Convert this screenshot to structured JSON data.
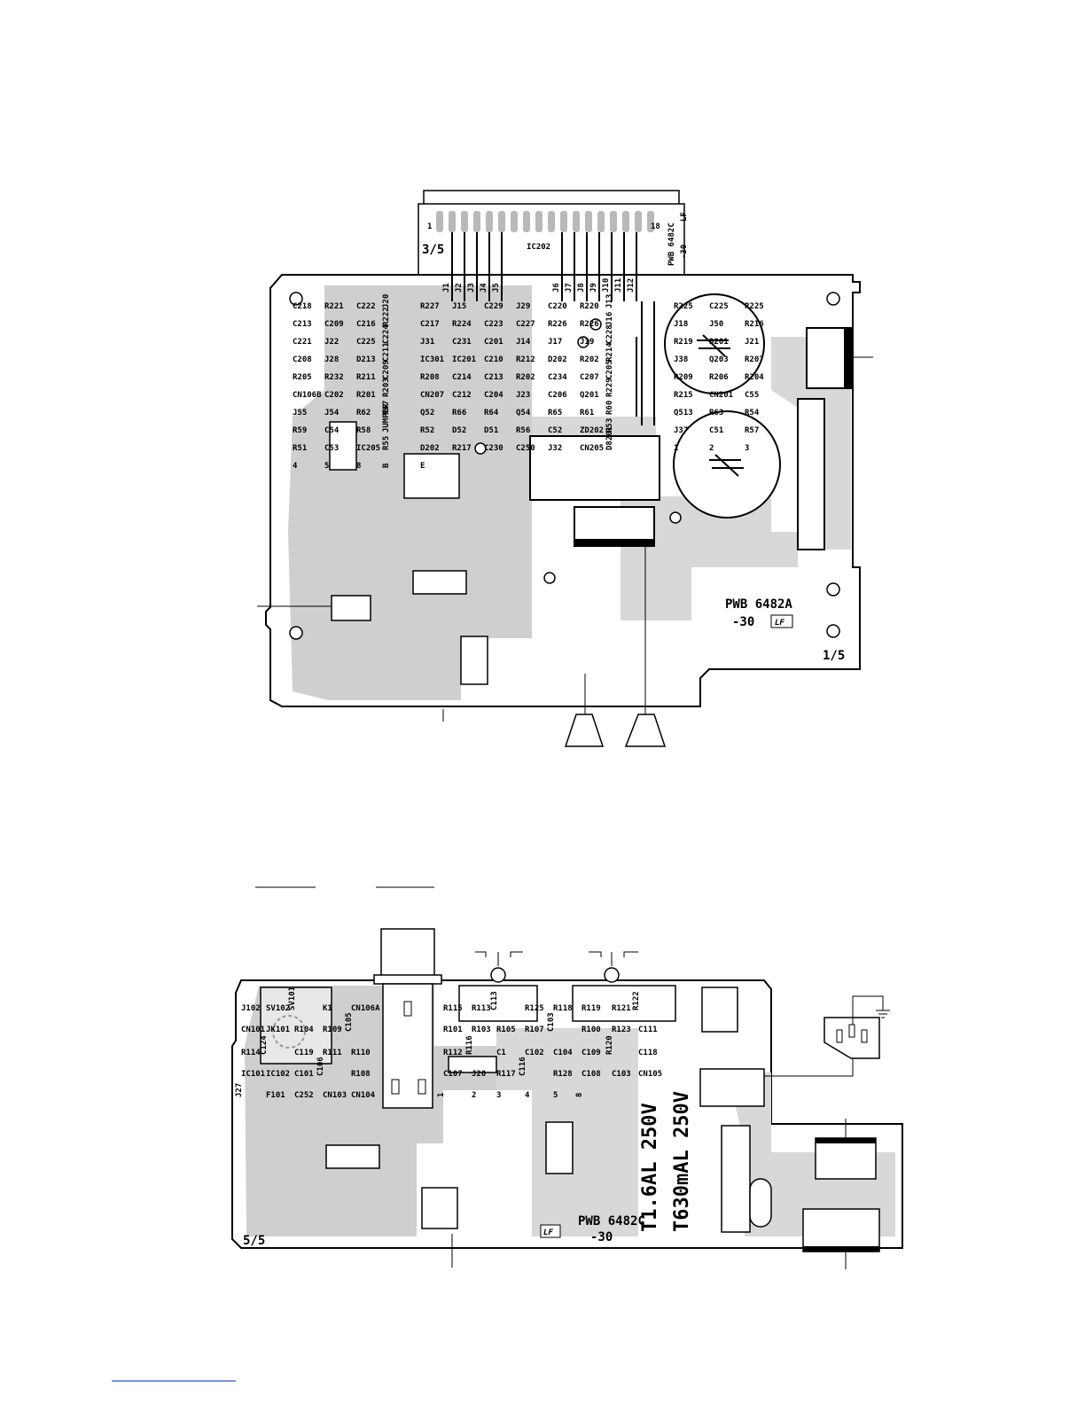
{
  "upper_board": {
    "connector_ic": "IC202",
    "pwb_top": "PWB 6482C",
    "pwb_top_rev": "-30",
    "lf_top": "LF",
    "page_top": "3/5",
    "pin_start": "1",
    "pin_end": "18",
    "pwb": "PWB 6482A",
    "pwb_rev": "-30",
    "lf": "LF",
    "page": "1/5",
    "jumpers": [
      "J1",
      "J2",
      "J3",
      "J4",
      "J5",
      "J6",
      "J7",
      "J8",
      "J9",
      "J10",
      "J11",
      "J12"
    ],
    "labels": [
      "C218",
      "R221",
      "C222",
      "J20",
      "R227",
      "J15",
      "C229",
      "J29",
      "C220",
      "R220",
      "J13",
      "R225",
      "C225",
      "R225",
      "C213",
      "C209",
      "C216",
      "R222",
      "C217",
      "R224",
      "C223",
      "C227",
      "R226",
      "R226",
      "J16",
      "J18",
      "J50",
      "R216",
      "C221",
      "J22",
      "C225",
      "C224",
      "J31",
      "C231",
      "C201",
      "J14",
      "J17",
      "J19",
      "C228",
      "R219",
      "D201",
      "J21",
      "C208",
      "J28",
      "D213",
      "C211",
      "IC301",
      "IC201",
      "C210",
      "R212",
      "D202",
      "R202",
      "R214",
      "J38",
      "Q203",
      "R207",
      "R205",
      "R232",
      "R211",
      "C209",
      "R208",
      "C214",
      "C213",
      "R202",
      "C234",
      "C207",
      "C205",
      "R209",
      "R206",
      "R204",
      "CN106B",
      "C202",
      "R201",
      "R203",
      "CN207",
      "C212",
      "C204",
      "J23",
      "C206",
      "Q201",
      "R229",
      "R215",
      "CN201",
      "C55",
      "J55",
      "J54",
      "R62",
      "R67",
      "Q52",
      "R66",
      "R64",
      "Q54",
      "R65",
      "R61",
      "R60",
      "Q513",
      "R63",
      "R54",
      "R59",
      "C54",
      "R58",
      "JUMPER",
      "R52",
      "D52",
      "D51",
      "R56",
      "C52",
      "ZD202",
      "R53",
      "J37",
      "C51",
      "R57",
      "R51",
      "C53",
      "IC205",
      "R55",
      "D202",
      "R217",
      "C230",
      "C250",
      "J32",
      "CN205",
      "D8201",
      "1",
      "2",
      "3",
      "4",
      "5",
      "8",
      "B",
      "E"
    ]
  },
  "lower_board": {
    "pwb": "PWB 6482C",
    "pwb_rev": "-30",
    "lf": "LF",
    "page": "5/5",
    "fuse_rating_1": "T1.6AL 250V",
    "fuse_rating_2": "T630mAL 250V",
    "labels": [
      "J102",
      "SV102",
      "SV101",
      "K1",
      "CN106A",
      "R115",
      "R113",
      "C113",
      "R125",
      "R118",
      "R119",
      "R121",
      "R122",
      "CN101",
      "JK101",
      "R104",
      "R109",
      "C105",
      "R101",
      "R103",
      "R105",
      "R107",
      "C103",
      "R100",
      "R123",
      "C111",
      "R114",
      "C124",
      "C119",
      "R111",
      "R110",
      "R112",
      "R116",
      "C1",
      "C102",
      "C104",
      "C109",
      "R120",
      "C118",
      "IC101",
      "IC102",
      "C101",
      "C106",
      "R108",
      "C107",
      "J20",
      "R117",
      "C116",
      "R128",
      "C108",
      "C103",
      "CN105",
      "J27",
      "F101",
      "C252",
      "CN103",
      "CN104",
      "1",
      "2",
      "3",
      "4",
      "5",
      "8"
    ]
  }
}
